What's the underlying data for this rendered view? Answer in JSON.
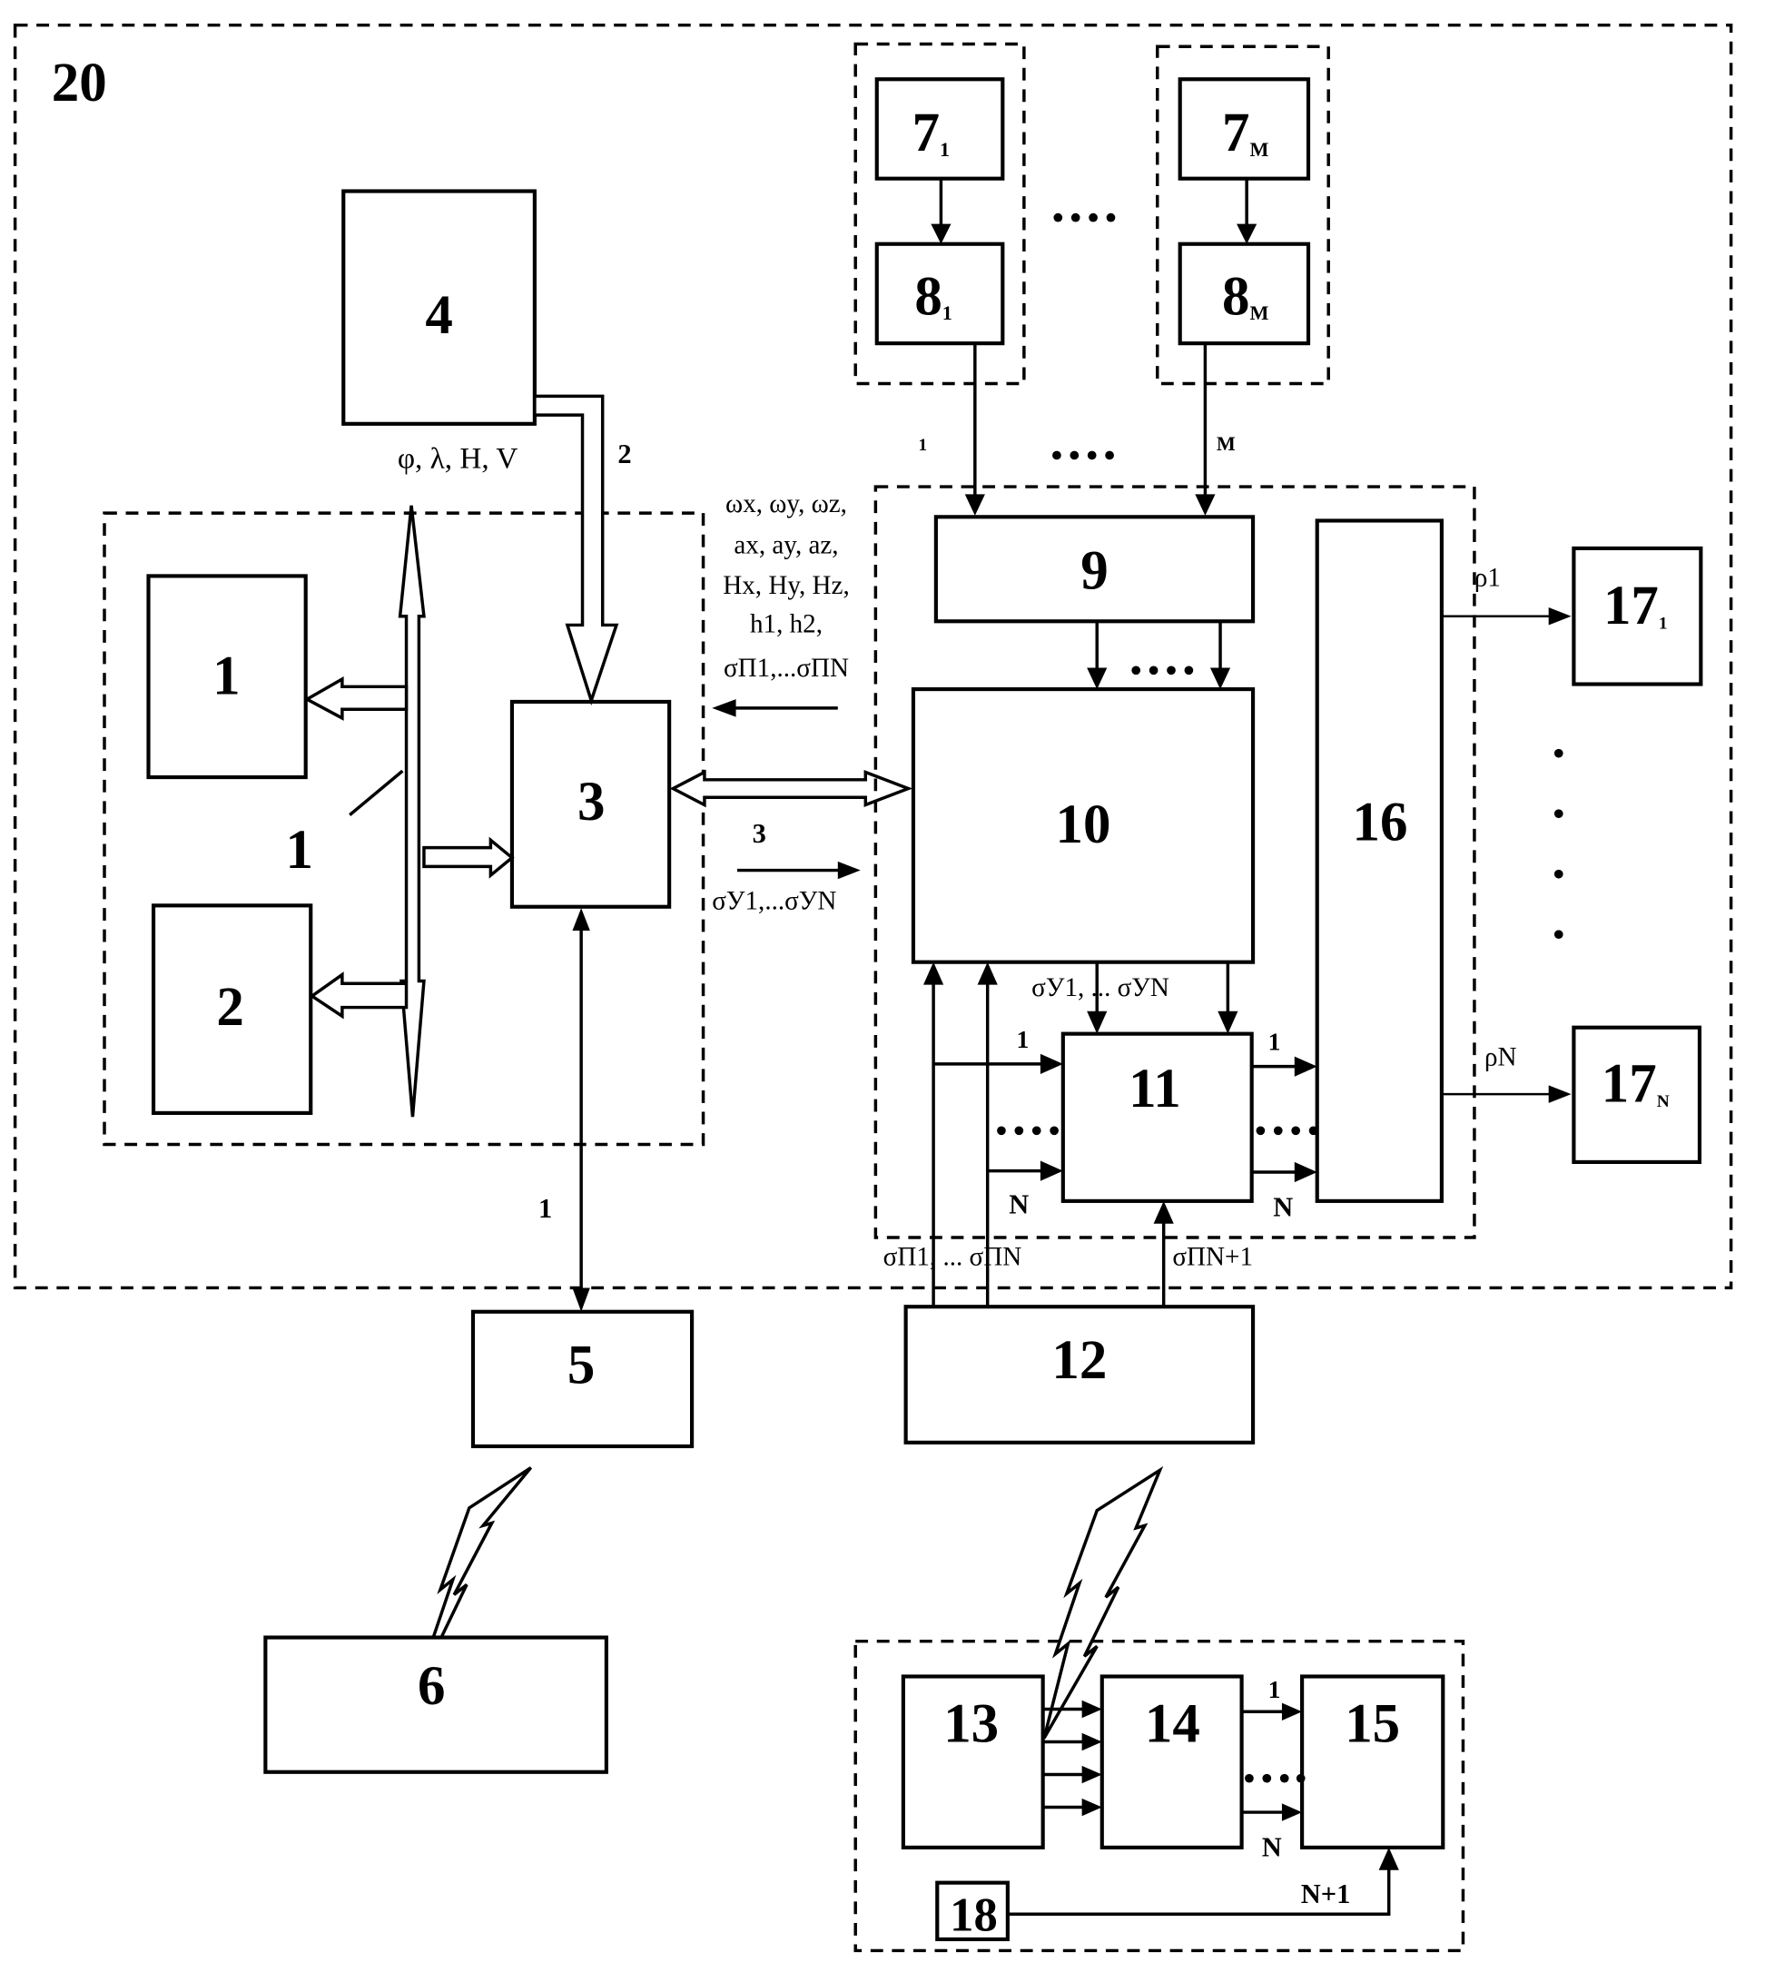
{
  "diagram": {
    "system_label": "20",
    "blocks": {
      "b1": "1",
      "b2": "2",
      "b3": "3",
      "b4": "4",
      "b5": "5",
      "b6": "6",
      "b7_1": {
        "main": "7",
        "sub": "1"
      },
      "b7_M": {
        "main": "7",
        "sub": "M"
      },
      "b8_1": {
        "main": "8",
        "sub": "1"
      },
      "b8_M": {
        "main": "8",
        "sub": "M"
      },
      "b9": "9",
      "b10": "10",
      "b11": "11",
      "b12": "12",
      "b13": "13",
      "b14": "14",
      "b15": "15",
      "b16": "16",
      "b17_1": {
        "main": "17",
        "sub": "1"
      },
      "b17_N": {
        "main": "17",
        "sub": "N"
      },
      "b18": "18"
    },
    "group_label_1": "1",
    "bus_labels": {
      "bus2": "2",
      "bus1": "1",
      "bus3": "3"
    },
    "signals": {
      "nav_params": "φ, λ, H, V",
      "sensor_params": {
        "line1": "ωx, ωy, ωz,",
        "line2": "ax, ay, az,",
        "line3": "Hx, Hy, Hz,",
        "line4": "h1, h2,",
        "line5": "σП1,...σПN"
      },
      "sigma_y_out": "σУ1,...σУN",
      "sigma_y_11": "σУ1, ... σУN",
      "sigma_p_in": "σП1, ... σПN",
      "sigma_p_n1": "σПN+1",
      "rho_1": "ρ1",
      "rho_N": "ρN"
    },
    "channel_labels": {
      "ch_1": "1",
      "ch_M": "M",
      "in11_1": "1",
      "in11_N": "N",
      "out11_1": "1",
      "out11_N": "N",
      "out14_1": "1",
      "out14_N": "N",
      "in15_N1": "N+1"
    },
    "ellipsis": "...."
  }
}
